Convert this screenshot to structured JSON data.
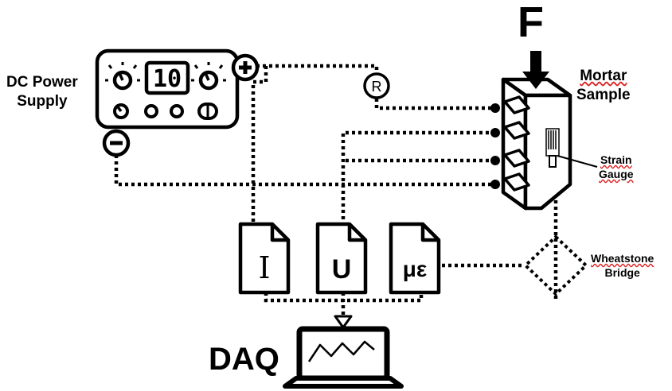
{
  "labels": {
    "force": "F",
    "mortar_line1": "Mortar",
    "mortar_line2": "Sample",
    "dc_line1": "DC Power",
    "dc_line2": "Supply",
    "strain_line1": "Strain",
    "strain_line2": "Gauge",
    "wheatstone_line1": "Wheatstone",
    "wheatstone_line2": "Bridge",
    "daq": "DAQ"
  },
  "power_supply": {
    "display": "10",
    "plus": "+",
    "minus": "−"
  },
  "resistor": "R",
  "documents": {
    "current": "I",
    "voltage": "U",
    "strain": "με"
  }
}
